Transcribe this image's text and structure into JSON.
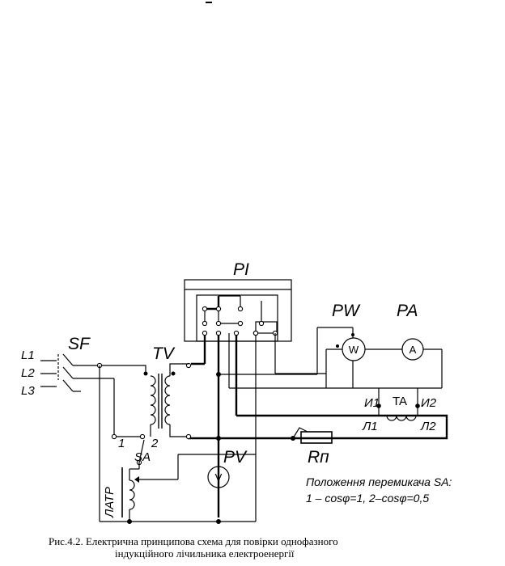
{
  "labels": {
    "counter": "PI",
    "wattmeter": "PW",
    "ammeter": "PA",
    "breaker": "SF",
    "voltage_transformer": "TV",
    "voltmeter": "PV",
    "switch": "SA",
    "autotransformer": "ЛАТР",
    "resistor": "Rп",
    "current_transformer": "TA",
    "ct_i1": "И1",
    "ct_i2": "И2",
    "ct_l1": "Л1",
    "ct_l2": "Л2",
    "line_l1": "L1",
    "line_l2": "L2",
    "line_l3": "L3",
    "switch_pos_1": "1",
    "switch_pos_2": "2",
    "wattmeter_symbol": "W",
    "ammeter_symbol": "A",
    "voltmeter_symbol": "V"
  },
  "note": {
    "line1": "Положення перемикача SA:",
    "line2": "1 – cosφ=1, 2–cosφ=0,5"
  },
  "caption": {
    "line1": "Рис.4.2.  Електрична принципова схема для повірки однофазного",
    "line2": "індукційного лічильника електроенергії"
  }
}
